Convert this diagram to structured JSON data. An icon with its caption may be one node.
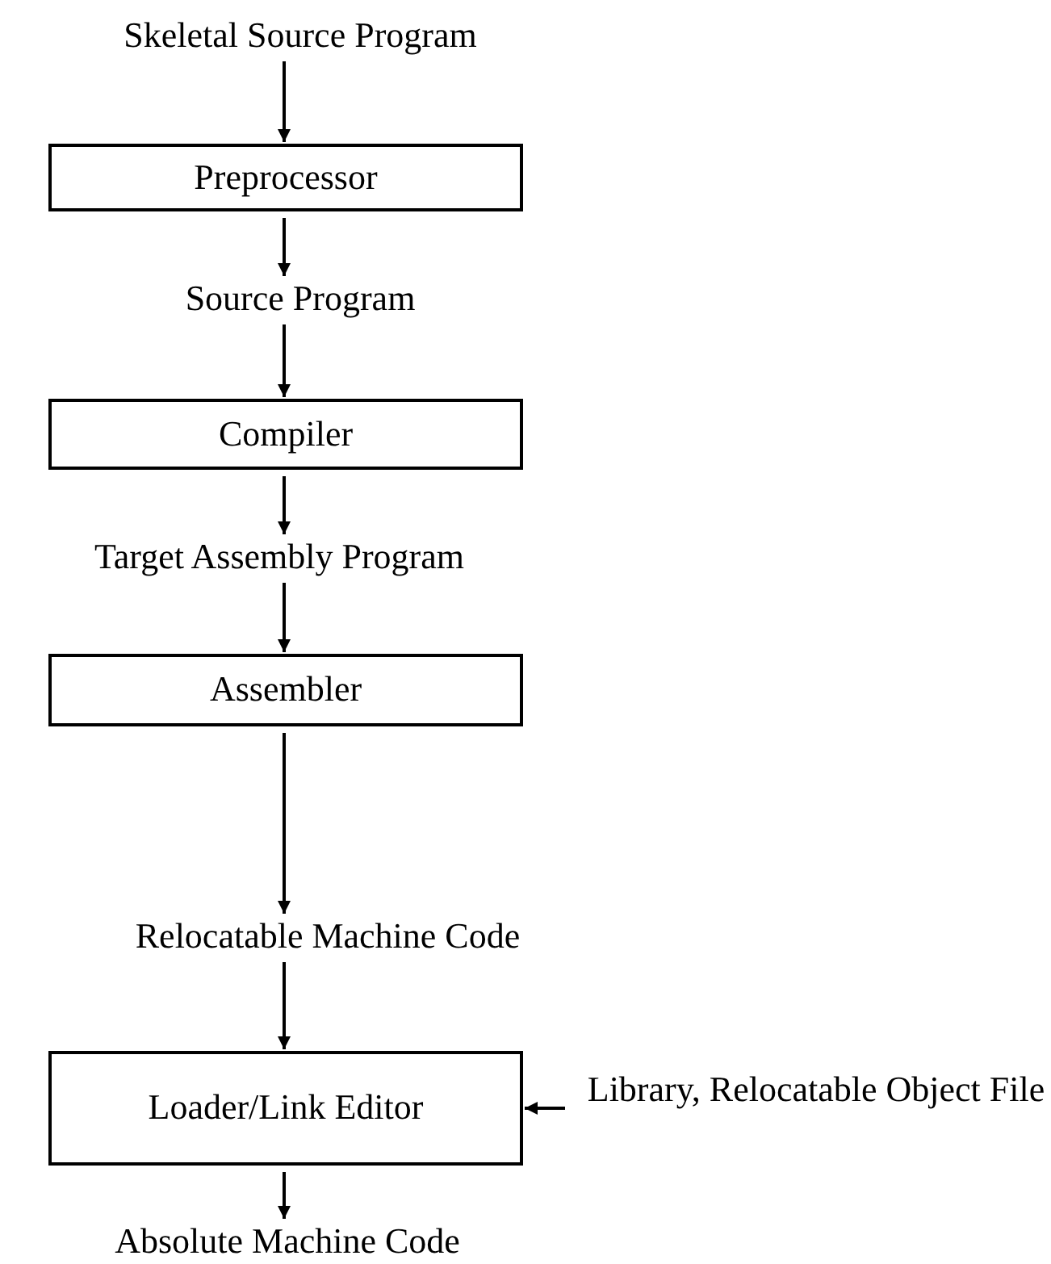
{
  "diagram": {
    "nodes": [
      {
        "text": [
          "Skeletal Source Program"
        ]
      },
      {
        "text": [
          "Preprocessor"
        ]
      },
      {
        "text": [
          "Source Program"
        ]
      },
      {
        "text": [
          "Compiler"
        ]
      },
      {
        "text": [
          "Target Assembly Program"
        ]
      },
      {
        "text": [
          "Assembler"
        ]
      },
      {
        "text": [
          "Relocatable Machine Code"
        ]
      },
      {
        "text": [
          "Loader/Link Editor"
        ]
      },
      {
        "text": [
          "Library, Relocatable Object File"
        ]
      },
      {
        "text": [
          "Absolute Machine Code"
        ]
      }
    ],
    "edges": [
      {
        "from": 0,
        "to": 1,
        "arrow": "to"
      },
      {
        "from": 1,
        "to": 2,
        "arrow": "to"
      },
      {
        "from": 2,
        "to": 3,
        "arrow": "to"
      },
      {
        "from": 3,
        "to": 4,
        "arrow": "to"
      },
      {
        "from": 4,
        "to": 5,
        "arrow": "to"
      },
      {
        "from": 5,
        "to": 6,
        "arrow": "to"
      },
      {
        "from": 6,
        "to": 7,
        "arrow": "to"
      },
      {
        "from": 8,
        "to": 7,
        "arrow": "to"
      },
      {
        "from": 7,
        "to": 9,
        "arrow": "to"
      }
    ]
  }
}
